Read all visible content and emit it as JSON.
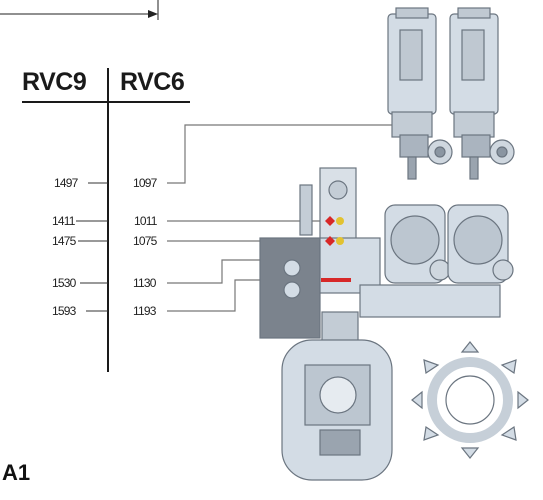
{
  "headers": {
    "left": "RVC9",
    "right": "RVC6"
  },
  "rows": [
    {
      "rvc9": "1497",
      "rvc6": "1097"
    },
    {
      "rvc9": "1411",
      "rvc6": "1011"
    },
    {
      "rvc9": "1475",
      "rvc6": "1075"
    },
    {
      "rvc9": "1530",
      "rvc6": "1130"
    },
    {
      "rvc9": "1593",
      "rvc6": "1193"
    }
  ],
  "figure_label": "A1",
  "colors": {
    "machine_fill": "#d3dce5",
    "machine_stroke": "#6b7580",
    "dark_mount": "#7b838d",
    "leader_line": "#777777",
    "marker_red": "#d72828",
    "marker_yellow": "#e2c230"
  }
}
